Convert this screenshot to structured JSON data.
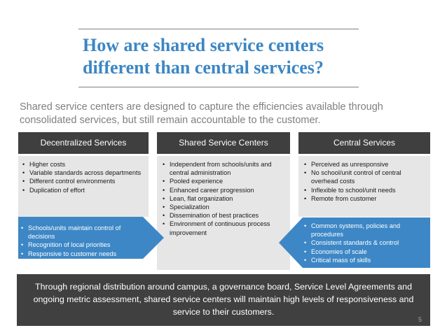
{
  "title": {
    "line1": "How are shared service centers",
    "line2": "different than central services?"
  },
  "subtitle": "Shared service centers are designed to capture the efficiencies available through consolidated services, but still remain accountable to the customer.",
  "columns": [
    {
      "header": "Decentralized Services",
      "items": [
        "Higher costs",
        "Variable standards across departments",
        "Different control environments",
        "Duplication of effort"
      ],
      "arrow_items": [
        "Schools/units maintain control of decisions",
        "Recognition of local priorities",
        "Responsive to customer needs"
      ]
    },
    {
      "header": "Shared Service Centers",
      "items": [
        "Independent from schools/units and central administration",
        "Pooled experience",
        "Enhanced career progression",
        "Lean, flat organization",
        "Specialization",
        "Dissemination of best practices",
        "Environment of continuous process improvement"
      ]
    },
    {
      "header": "Central Services",
      "items": [
        "Perceived as unresponsive",
        "No school/unit control of central overhead costs",
        "Inflexible to school/unit needs",
        "Remote from customer"
      ],
      "arrow_items": [
        "Common systems, policies and procedures",
        "Consistent standards & control",
        "Economies of scale",
        "Critical mass of skills"
      ]
    }
  ],
  "footer": "Through regional distribution around campus, a governance board, Service Level Agreements and ongoing metric assessment, shared service centers will maintain high levels of responsiveness and service to their customers.",
  "page_number": "5",
  "colors": {
    "title": "#3c86c4",
    "header_bg": "#3f3f3f",
    "body_bg": "#e6e6e6",
    "arrow_bg": "#3d87c6",
    "footer_bg": "#404040"
  }
}
